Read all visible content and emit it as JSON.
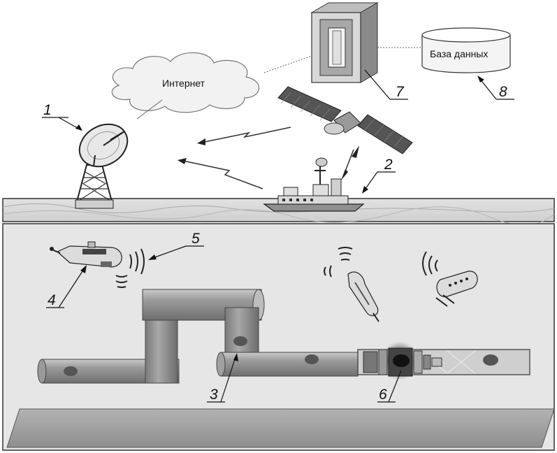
{
  "labels": {
    "antenna": "1",
    "ship": "2",
    "pipeline": "3",
    "auv": "4",
    "acoustic": "5",
    "robot": "6",
    "server": "7",
    "database": "8"
  },
  "cloud_text": "Интернет",
  "database_text": "База данных"
}
